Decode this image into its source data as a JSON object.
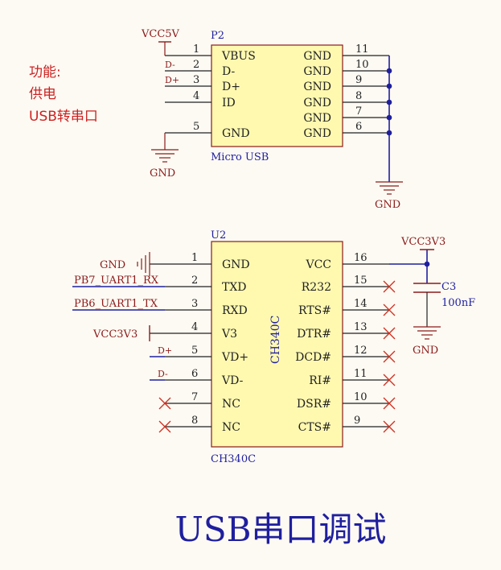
{
  "function_note": {
    "heading": "功能:",
    "line1": "供电",
    "line2": "USB转串口"
  },
  "p2": {
    "designator": "P2",
    "name": "Micro USB",
    "net_vcc": "VCC5V",
    "net_gnd_left": "GND",
    "net_gnd_right": "GND",
    "left_pins": [
      {
        "num": "1",
        "label": "VBUS",
        "net": ""
      },
      {
        "num": "2",
        "label": "D-",
        "net": "D-"
      },
      {
        "num": "3",
        "label": "D+",
        "net": "D+"
      },
      {
        "num": "4",
        "label": "ID",
        "net": ""
      },
      {
        "num": "5",
        "label": "GND",
        "net": ""
      }
    ],
    "right_pins": [
      {
        "num": "11",
        "label": "GND"
      },
      {
        "num": "10",
        "label": "GND"
      },
      {
        "num": "9",
        "label": "GND"
      },
      {
        "num": "8",
        "label": "GND"
      },
      {
        "num": "7",
        "label": "GND"
      },
      {
        "num": "6",
        "label": "GND"
      }
    ]
  },
  "u2": {
    "designator": "U2",
    "name": "CH340C",
    "body_label": "CH340C",
    "left_pins": [
      {
        "num": "1",
        "label": "GND",
        "net": "GND"
      },
      {
        "num": "2",
        "label": "TXD",
        "net": "PB7_UART1_RX"
      },
      {
        "num": "3",
        "label": "RXD",
        "net": "PB6_UART1_TX"
      },
      {
        "num": "4",
        "label": "V3",
        "net": "VCC3V3"
      },
      {
        "num": "5",
        "label": "VD+",
        "net": "D+"
      },
      {
        "num": "6",
        "label": "VD-",
        "net": "D-"
      },
      {
        "num": "7",
        "label": "NC",
        "net": ""
      },
      {
        "num": "8",
        "label": "NC",
        "net": ""
      }
    ],
    "right_pins": [
      {
        "num": "16",
        "label": "VCC"
      },
      {
        "num": "15",
        "label": "R232"
      },
      {
        "num": "14",
        "label": "RTS#"
      },
      {
        "num": "13",
        "label": "DTR#"
      },
      {
        "num": "12",
        "label": "DCD#"
      },
      {
        "num": "11",
        "label": "RI#"
      },
      {
        "num": "10",
        "label": "DSR#"
      },
      {
        "num": "9",
        "label": "CTS#"
      }
    ]
  },
  "c3": {
    "designator": "C3",
    "value": "100nF",
    "net_vcc": "VCC3V3",
    "net_gnd": "GND"
  },
  "title": "USB串口调试",
  "colors": {
    "background": "#fdfaf3",
    "component_fill": "#fff9b0",
    "component_border": "#8b1a1a",
    "pin_line": "#222222",
    "wire": "#1f1f9e",
    "net_label": "#8b1a1a",
    "designator": "#1f1f9e",
    "no_connect": "#d03020",
    "note_text": "#cc2222",
    "title_text": "#1f1f9e"
  }
}
